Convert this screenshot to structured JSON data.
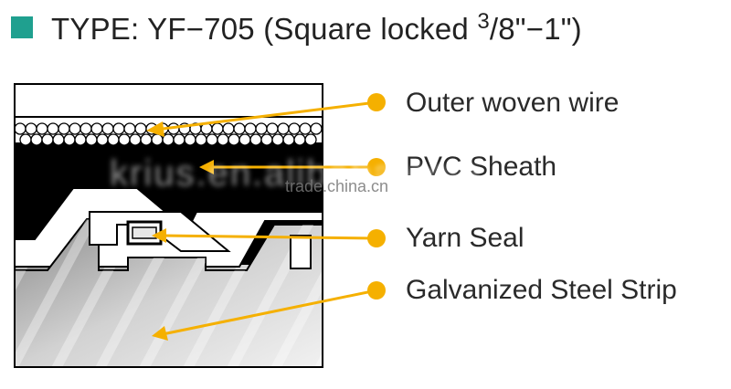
{
  "title": {
    "prefix": "TYPE: YF−705 (Square locked ",
    "sup": "3",
    "suffix": "/8\"−1\")"
  },
  "labels": {
    "outer_wire": "Outer woven wire",
    "pvc": "PVC Sheath",
    "yarn": "Yarn Seal",
    "steel": "Galvanized Steel Strip"
  },
  "watermark": {
    "text": "trade.china.cn",
    "blur_text": "krius.en.alibaba.com"
  },
  "colors": {
    "accent": "#1fa08f",
    "callout": "#f5b000",
    "black": "#000000"
  }
}
